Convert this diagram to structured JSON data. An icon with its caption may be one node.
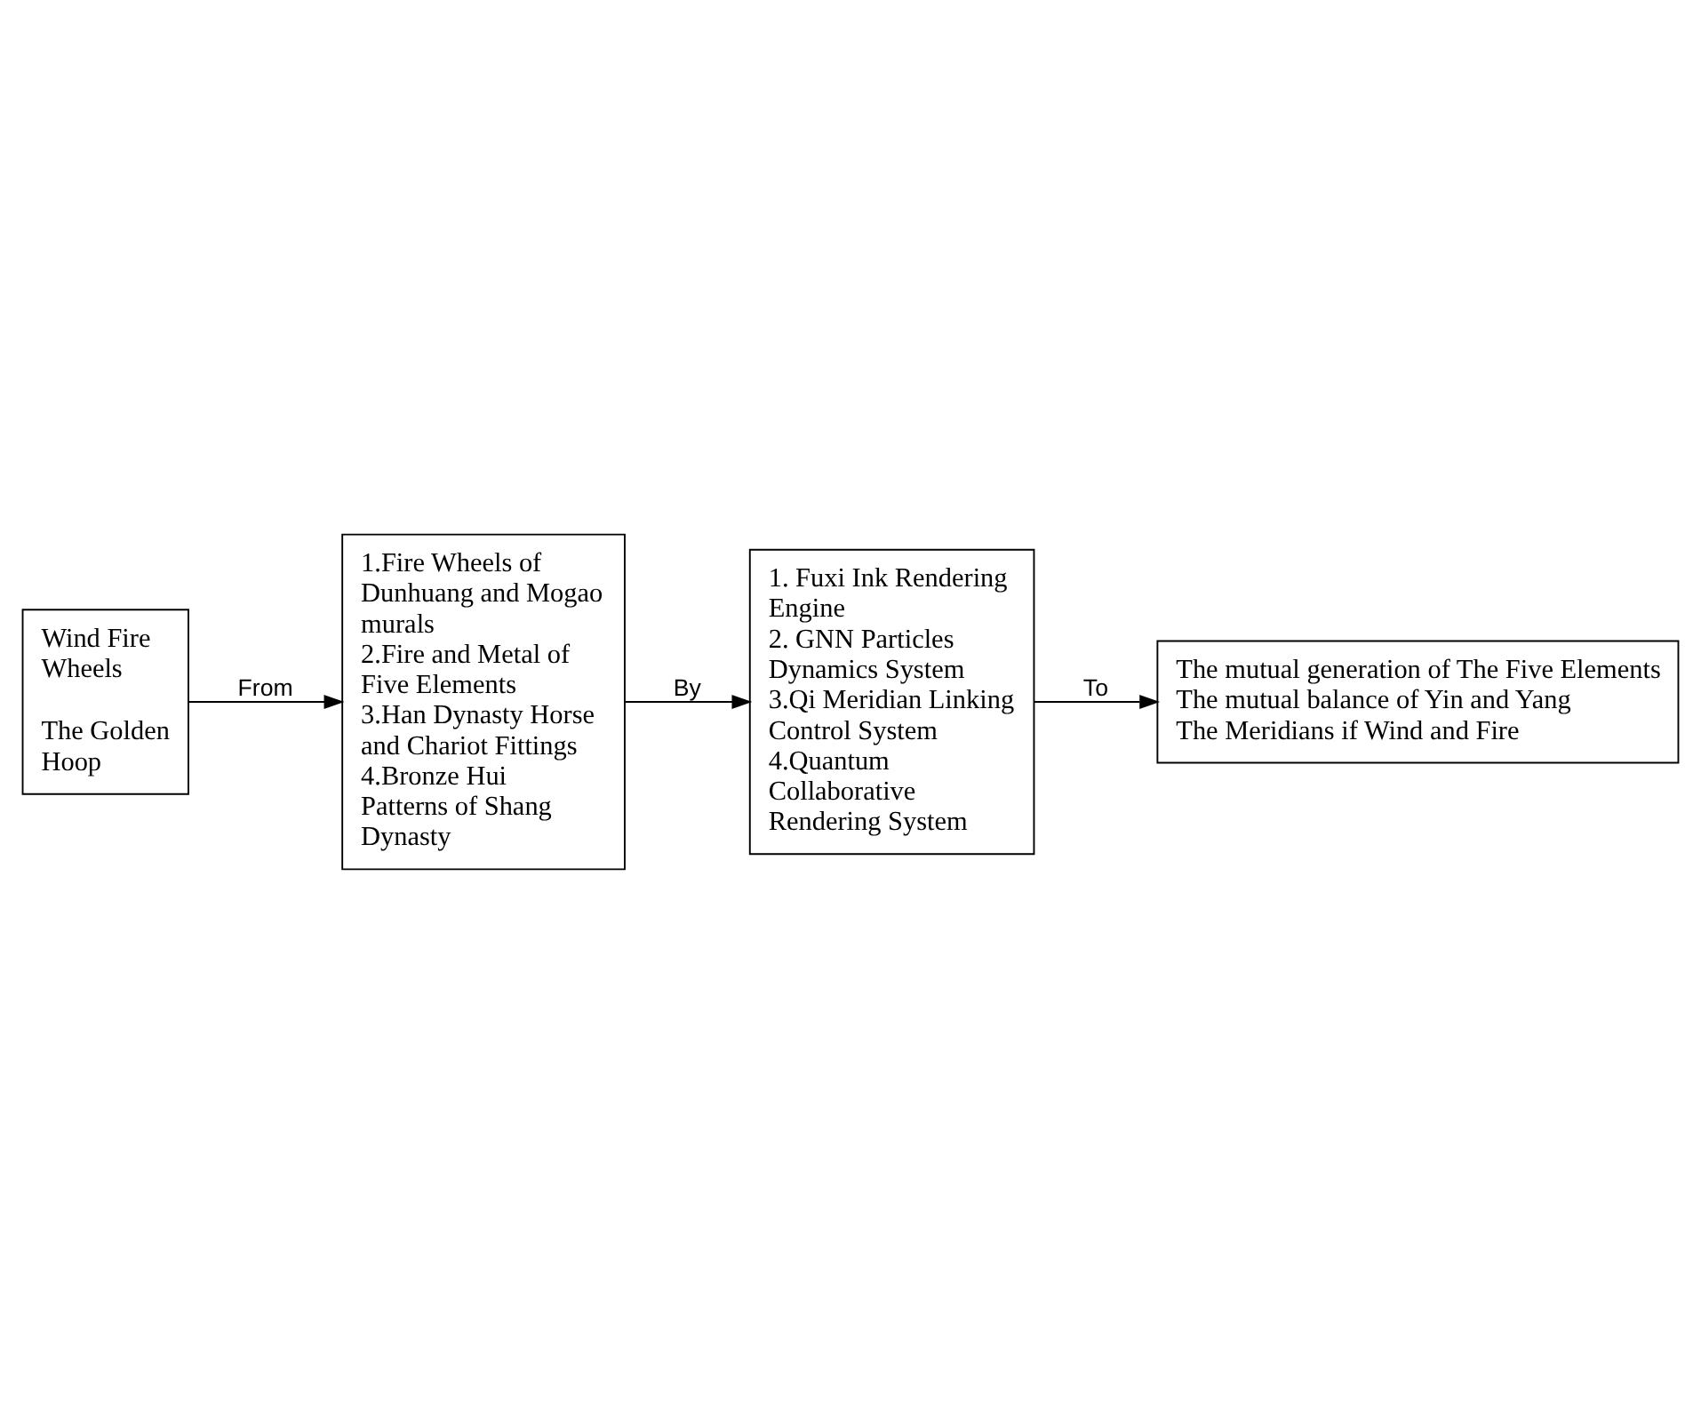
{
  "diagram": {
    "nodes": [
      {
        "text": [
          "Wind Fire Wheels",
          "The Golden Hoop"
        ]
      },
      {
        "text": [
          "1.Fire Wheels of Dunhuang and Mogao murals",
          "2.Fire and Metal of Five Elements",
          "3.Han Dynasty Horse and Chariot Fittings",
          "4.Bronze Hui Patterns of Shang Dynasty"
        ]
      },
      {
        "text": [
          "1. Fuxi Ink Rendering Engine",
          "2. GNN Particles Dynamics System",
          "3.Qi Meridian Linking Control System",
          "4.Quantum Collaborative Rendering System"
        ]
      },
      {
        "text": [
          "The mutual generation of The Five Elements",
          "The mutual balance of Yin and Yang",
          "The Meridians if Wind and Fire"
        ]
      }
    ],
    "edges": [
      {
        "from": 0,
        "to": 1,
        "arrow": "to",
        "label": "From"
      },
      {
        "from": 1,
        "to": 2,
        "arrow": "to",
        "label": "By"
      },
      {
        "from": 2,
        "to": 3,
        "arrow": "to",
        "label": "To"
      }
    ]
  }
}
